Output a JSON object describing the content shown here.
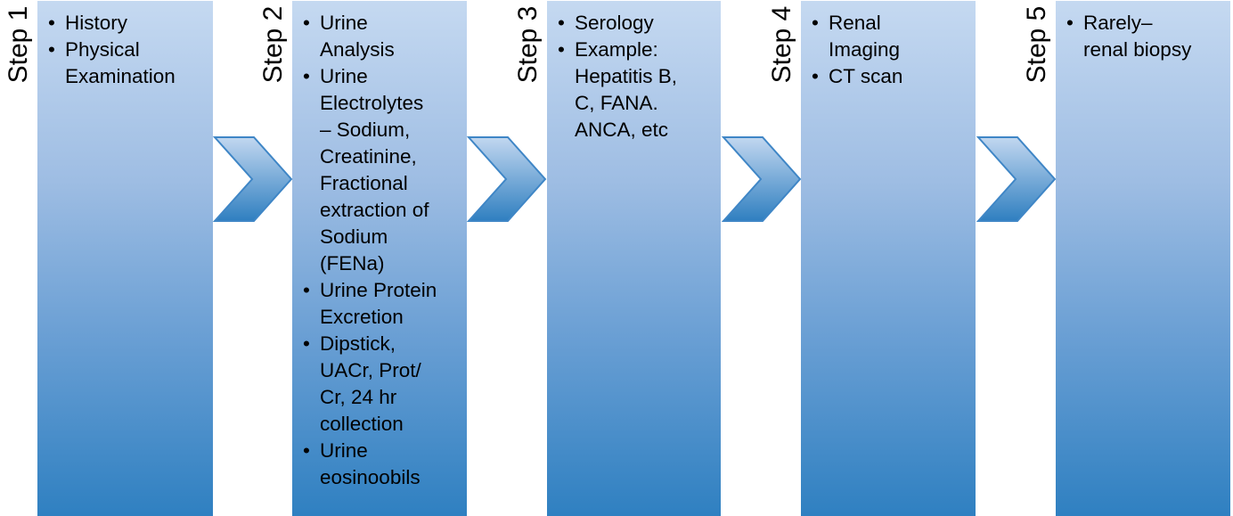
{
  "diagram": {
    "type": "process-flow",
    "steps": [
      {
        "label": "Step 1",
        "items": [
          "History",
          "Physical\nExamination"
        ]
      },
      {
        "label": "Step 2",
        "items": [
          "Urine\nAnalysis",
          "Urine\nElectrolytes\n– Sodium,\nCreatinine,\nFractional\nextraction of\nSodium\n(FENa)",
          "Urine Protein\nExcretion",
          "Dipstick,\nUACr, Prot/\nCr, 24 hr\ncollection",
          "Urine\neosinoobils"
        ]
      },
      {
        "label": "Step 3",
        "items": [
          "Serology",
          "Example:\nHepatitis B,\nC, FANA.\nANCA, etc"
        ]
      },
      {
        "label": "Step 4",
        "items": [
          "Renal\nImaging",
          "CT scan"
        ]
      },
      {
        "label": "Step 5",
        "items": [
          "Rarely–\nrenal biopsy"
        ]
      }
    ],
    "connector_icon": "chevron-right-icon",
    "colors": {
      "column_top": "#c5d9f1",
      "column_bottom": "#2f80c1",
      "chevron_stroke": "#3f86c6"
    }
  }
}
